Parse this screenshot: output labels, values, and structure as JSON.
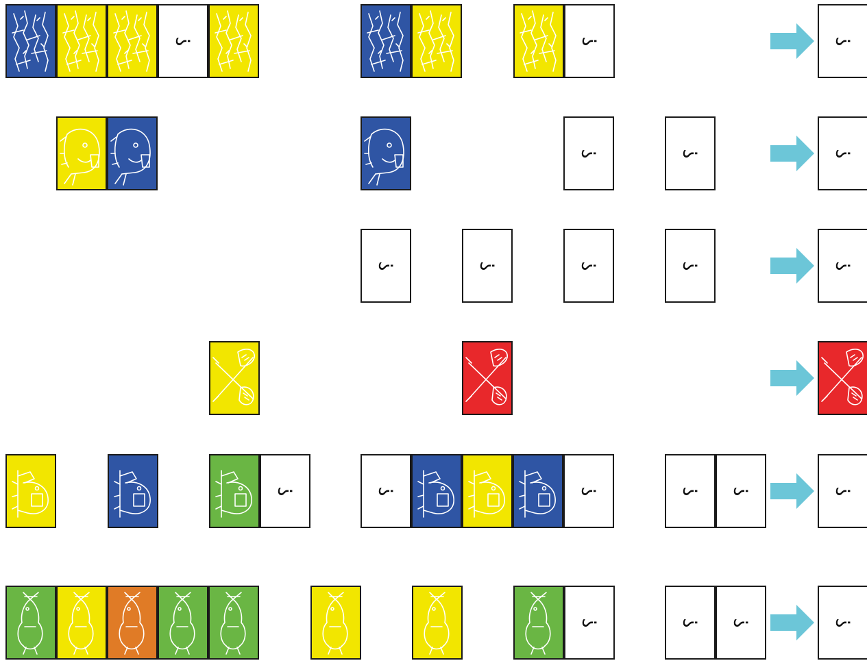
{
  "colors": {
    "blue": "#2f55a4",
    "yellow": "#f2e600",
    "green": "#6ab644",
    "orange": "#e07b26",
    "red": "#e8282b",
    "white": "#ffffff",
    "arrow": "#6cc6d8"
  },
  "unknown_symbol": "?",
  "rows": [
    {
      "groups": [
        {
          "cards": [
            {
              "color": "blue",
              "icon": "shrimp-cluster-icon"
            },
            {
              "color": "yellow",
              "icon": "shrimp-cluster-icon"
            },
            {
              "color": "yellow",
              "icon": "shrimp-cluster-icon"
            },
            {
              "color": "white",
              "icon": "question-mark"
            },
            {
              "color": "yellow",
              "icon": "shrimp-cluster-icon"
            }
          ]
        },
        {
          "cards": [
            {
              "color": "blue",
              "icon": "shrimp-cluster-icon"
            },
            {
              "color": "yellow",
              "icon": "shrimp-cluster-icon"
            }
          ]
        },
        {
          "cards": [
            {
              "color": "yellow",
              "icon": "shrimp-cluster-icon"
            },
            {
              "color": "white",
              "icon": "question-mark"
            }
          ]
        }
      ],
      "answer": {
        "color": "white",
        "icon": "question-mark"
      }
    },
    {
      "groups": [
        {
          "cards": [
            {
              "color": "yellow",
              "icon": "whale-icon"
            },
            {
              "color": "blue",
              "icon": "whale-icon"
            }
          ]
        },
        {
          "cards": [
            {
              "color": "blue",
              "icon": "whale-icon"
            }
          ]
        },
        {
          "cards": [
            {
              "color": "white",
              "icon": "question-mark"
            }
          ]
        },
        {
          "cards": [
            {
              "color": "white",
              "icon": "question-mark"
            }
          ]
        }
      ],
      "answer": {
        "color": "white",
        "icon": "question-mark"
      }
    },
    {
      "groups": [
        {
          "cards": [
            {
              "color": "white",
              "icon": "question-mark"
            }
          ]
        },
        {
          "cards": [
            {
              "color": "white",
              "icon": "question-mark"
            }
          ]
        },
        {
          "cards": [
            {
              "color": "white",
              "icon": "question-mark"
            }
          ]
        },
        {
          "cards": [
            {
              "color": "white",
              "icon": "question-mark"
            }
          ]
        }
      ],
      "answer": {
        "color": "white",
        "icon": "question-mark"
      }
    },
    {
      "groups": [
        {
          "cards": [
            {
              "color": "yellow",
              "icon": "crossed-fish-icon"
            }
          ]
        },
        {
          "cards": [
            {
              "color": "red",
              "icon": "crossed-fish-icon"
            }
          ]
        }
      ],
      "answer": {
        "color": "red",
        "icon": "crossed-fish-icon"
      }
    },
    {
      "groups": [
        {
          "cards": [
            {
              "color": "yellow",
              "icon": "fish-head-icon"
            }
          ]
        },
        {
          "cards": [
            {
              "color": "blue",
              "icon": "fish-head-icon"
            }
          ]
        },
        {
          "cards": [
            {
              "color": "green",
              "icon": "fish-head-icon"
            },
            {
              "color": "white",
              "icon": "question-mark"
            }
          ]
        },
        {
          "cards": [
            {
              "color": "white",
              "icon": "question-mark"
            },
            {
              "color": "blue",
              "icon": "fish-head-icon"
            },
            {
              "color": "yellow",
              "icon": "fish-head-icon"
            },
            {
              "color": "blue",
              "icon": "fish-head-icon"
            },
            {
              "color": "white",
              "icon": "question-mark"
            }
          ]
        },
        {
          "cards": [
            {
              "color": "white",
              "icon": "question-mark"
            },
            {
              "color": "white",
              "icon": "question-mark"
            }
          ]
        }
      ],
      "answer": {
        "color": "white",
        "icon": "question-mark"
      }
    },
    {
      "groups": [
        {
          "cards": [
            {
              "color": "green",
              "icon": "fish-icon"
            },
            {
              "color": "yellow",
              "icon": "fish-icon"
            },
            {
              "color": "orange",
              "icon": "fish-icon"
            },
            {
              "color": "green",
              "icon": "fish-icon"
            },
            {
              "color": "green",
              "icon": "fish-icon"
            }
          ]
        },
        {
          "cards": [
            {
              "color": "yellow",
              "icon": "fish-icon"
            }
          ]
        },
        {
          "cards": [
            {
              "color": "yellow",
              "icon": "fish-icon"
            }
          ]
        },
        {
          "cards": [
            {
              "color": "green",
              "icon": "fish-icon"
            },
            {
              "color": "white",
              "icon": "question-mark"
            }
          ]
        },
        {
          "cards": [
            {
              "color": "white",
              "icon": "question-mark"
            },
            {
              "color": "white",
              "icon": "question-mark"
            }
          ]
        }
      ],
      "answer": {
        "color": "white",
        "icon": "question-mark"
      }
    }
  ]
}
